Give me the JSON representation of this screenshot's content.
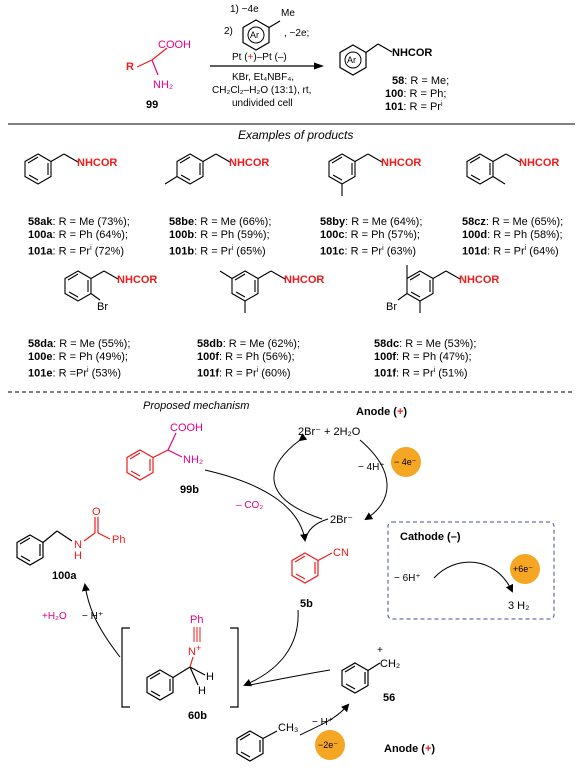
{
  "colors": {
    "red": "#ee1c1c",
    "magenta": "#e60086",
    "orange": "#f5a623",
    "dash_blue": "#4a4aa8"
  },
  "scheme": {
    "step1": "1) −4e",
    "step2": "2)",
    "ar": "Ar",
    "me": "Me",
    "minus2e": ", −2e;",
    "electrodes_a": "Pt (",
    "electrodes_plus": "+",
    "electrodes_b": ")–Pt (",
    "electrodes_minus": "–",
    "electrodes_c": ")",
    "cond1": "KBr, Et₄NBF₄,",
    "cond2": "CH₂Cl₂–H₂O (13:1), rt,",
    "cond3": "undivided cell",
    "sm_cooh": "COOH",
    "sm_nh2": "NH₂",
    "sm_r": "R",
    "sm_num": "99",
    "prod_nhcor": "NHCOR",
    "prod_ar": "Ar",
    "p58_num": "58",
    "p58_txt": ": R = Me;",
    "p100_num": "100",
    "p100_txt": ": R = Ph;",
    "p101_num": "101",
    "p101_txt": ": R = Pr",
    "p101_sup": "i"
  },
  "examples": {
    "heading": "Examples of products",
    "nhcor": "NHCOR",
    "br": "Br",
    "items": [
      {
        "lines": [
          {
            "id": "58ak",
            "txt": ": R = Me (73%);"
          },
          {
            "id": "100a",
            "txt": ": R = Ph (64%);"
          },
          {
            "id": "101a",
            "txt": ": R = Pr",
            "sup": "i",
            "end": " (72%)"
          }
        ]
      },
      {
        "lines": [
          {
            "id": "58be",
            "txt": ": R = Me (66%);"
          },
          {
            "id": "100b",
            "txt": ": R = Ph (59%);"
          },
          {
            "id": "101b",
            "txt": ": R = Pr",
            "sup": "i",
            "end": " (65%)"
          }
        ]
      },
      {
        "lines": [
          {
            "id": "58by",
            "txt": ": R = Me (64%);"
          },
          {
            "id": "100c",
            "txt": ": R = Ph (57%);"
          },
          {
            "id": "101c",
            "txt": ": R = Pr",
            "sup": "i",
            "end": " (63%)"
          }
        ]
      },
      {
        "lines": [
          {
            "id": "58cz",
            "txt": ": R = Me (65%);"
          },
          {
            "id": "100d",
            "txt": ": R = Ph (58%);"
          },
          {
            "id": "101d",
            "txt": ": R = Pr",
            "sup": "i",
            "end": " (64%)"
          }
        ]
      },
      {
        "lines": [
          {
            "id": "58da",
            "txt": ": R = Me (55%);"
          },
          {
            "id": "100e",
            "txt": ": R = Ph (49%);"
          },
          {
            "id": "101e",
            "txt": ": R =Pr",
            "sup": "i",
            "end": " (53%)"
          }
        ]
      },
      {
        "lines": [
          {
            "id": "58db",
            "txt": ": R = Me (62%);"
          },
          {
            "id": "100f",
            "txt": ": R = Ph (56%);"
          },
          {
            "id": "101f",
            "txt": ": R = Pr",
            "sup": "i",
            "end": " (60%)"
          }
        ]
      },
      {
        "lines": [
          {
            "id": "58dc",
            "txt": ": R = Me (53%);"
          },
          {
            "id": "100f",
            "txt": ":  R = Ph (47%);"
          },
          {
            "id": "101f",
            "txt": ":  R = Pr",
            "sup": "i",
            "end": " (51%)"
          }
        ]
      }
    ]
  },
  "mechanism": {
    "title": "Proposed mechanism",
    "anode_top": "Anode (",
    "anode_bottom": "Anode (",
    "plus": "+",
    "close": ")",
    "cathode_a": "Cathode (",
    "cathode_minus": "–",
    "cathode_b": ")",
    "br_pair": "2Br⁻ + 2H₂O",
    "br_only": "2Br⁻",
    "minus4h": "− 4H⁺",
    "minus4e": "− 4e⁻",
    "minus6h": "− 6H⁺",
    "plus6e": "+6e⁻",
    "h2": "3 H₂",
    "minus_co2": "– CO₂",
    "plus_h2o": "+H₂O",
    "minus_h": "− H⁺",
    "minus_h2": "− H⁺",
    "minus2e": "−2e⁻",
    "cooh": "COOH",
    "nh2": "NH₂",
    "cn": "CN",
    "o": "O",
    "n": "N",
    "h": "H",
    "ph": "Ph",
    "nplus": "N",
    "plus_sign": "+",
    "ch2": "CH₂",
    "ch3": "CH₃",
    "label_99b": "99b",
    "label_5b": "5b",
    "label_100a": "100a",
    "label_60b": "60b",
    "label_56": "56"
  }
}
